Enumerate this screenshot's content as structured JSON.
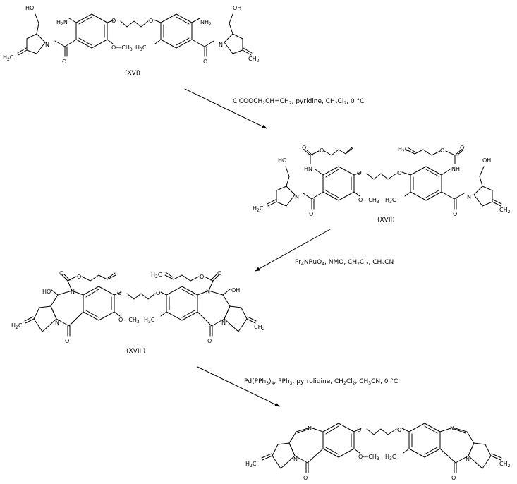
{
  "compounds": {
    "xvi": {
      "label": "(XVI)"
    },
    "xvii": {
      "label": "(XVII)"
    },
    "xviii": {
      "label": "(XVIII)"
    }
  },
  "steps": [
    {
      "reagents_a": "ClCOOCH",
      "reagents_b": "CH=CH",
      "reagents_c": ", pyridine, CH",
      "reagents_d": "Cl",
      "reagents_e": ", 0 °C"
    },
    {
      "reagents_a": "Pr",
      "reagents_b": "NRuO",
      "reagents_c": ", NMO, CH",
      "reagents_d": "Cl",
      "reagents_e": ", CH",
      "reagents_f": "CN"
    },
    {
      "reagents_a": "Pd(PPh",
      "reagents_b": ")",
      "reagents_c": ", PPh",
      "reagents_d": ", pyrrolidine, CH",
      "reagents_e": "Cl",
      "reagents_f": ", CH",
      "reagents_g": "CN, 0 °C"
    }
  ],
  "atoms": {
    "ho": "HO",
    "oh": "OH",
    "h2n": "H",
    "nh2": "NH",
    "n": "N",
    "o": "O",
    "och3": "O—CH",
    "h3co": "H",
    "hn": "HN",
    "nh": "NH",
    "h2c": "H",
    "ch2": "CH"
  }
}
